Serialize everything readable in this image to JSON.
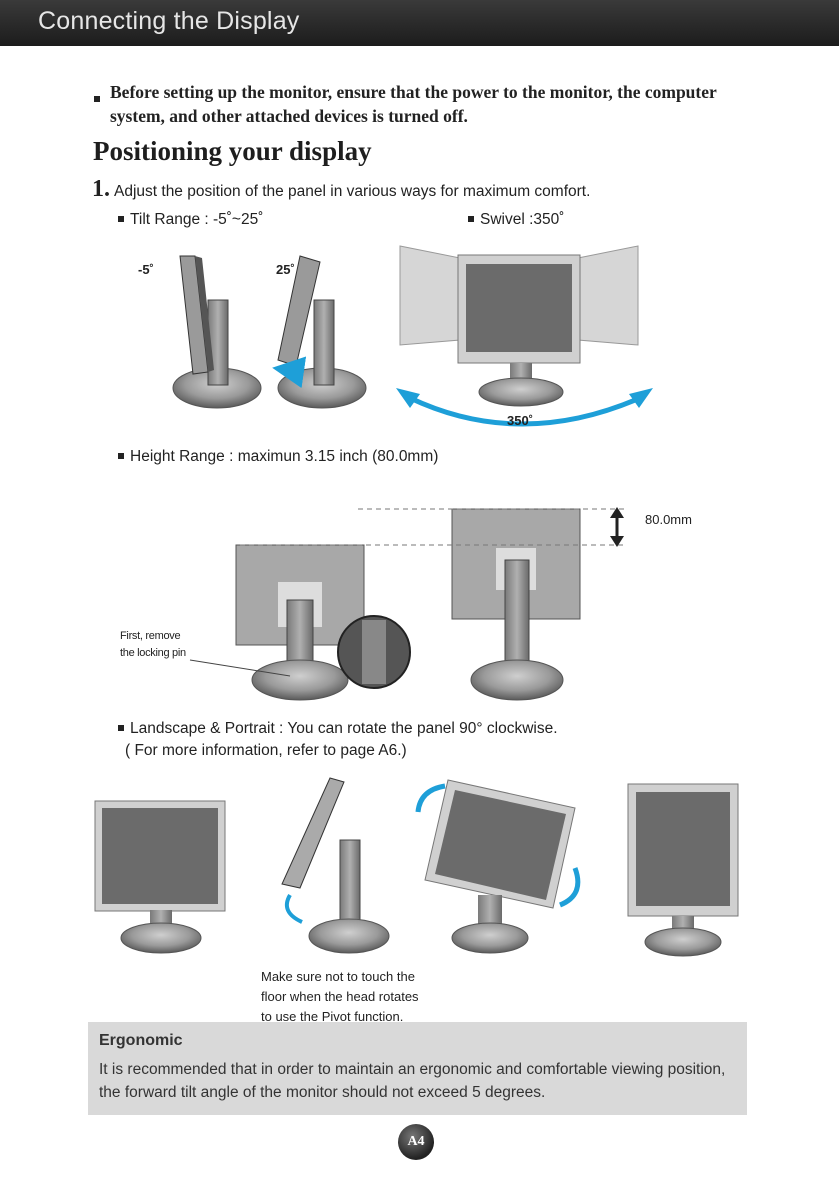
{
  "header": {
    "title": "Connecting the Display"
  },
  "intro_note": "Before setting up the monitor, ensure that the power to the monitor, the computer system, and other attached devices is turned off.",
  "section_title": "Positioning your display",
  "step": {
    "number": "1.",
    "text": "Adjust the position of the panel in various ways for maximum comfort."
  },
  "tilt": {
    "label": "Tilt Range : -5˚~25˚",
    "angle_back": "-5˚",
    "angle_forward": "25˚"
  },
  "swivel": {
    "label": "Swivel :350˚",
    "angle": "350˚"
  },
  "height": {
    "label": "Height Range : maximun 3.15 inch (80.0mm)",
    "dimension": "80.0mm",
    "pin_note_line1": "First, remove",
    "pin_note_line2": "the locking pin"
  },
  "rotate": {
    "label": "Landscape & Portrait : You can rotate the panel 90° clockwise.",
    "reference": "( For more information, refer to page A6.)",
    "caption_line1": "Make sure not to touch the",
    "caption_line2": "floor when the head rotates",
    "caption_line3": "to use the Pivot function."
  },
  "ergonomic": {
    "title": "Ergonomic",
    "text": "It is recommended that in order to maintain an ergonomic and comfortable viewing position, the forward tilt angle of the monitor should not exceed 5 degrees."
  },
  "page_number": "A4",
  "colors": {
    "header_bar": "#2a2a2a",
    "arrow_blue": "#1e9fd8",
    "ergonomic_box": "#d9d9d9"
  },
  "icons": [
    "tilt-monitor-illustration",
    "swivel-monitor-illustration",
    "height-monitor-illustration",
    "pivot-monitor-illustration",
    "rotate-arrow-icon"
  ]
}
